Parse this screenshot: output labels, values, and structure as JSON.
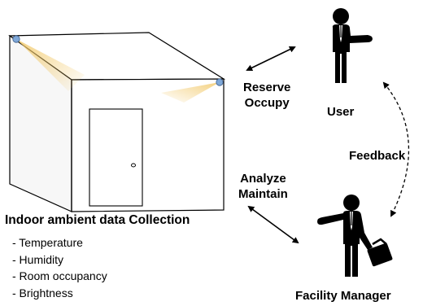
{
  "title": "Indoor ambient data Collection",
  "metrics": [
    "- Temperature",
    "- Humidity",
    "- Room occupancy",
    "- Brightness"
  ],
  "actions_user": [
    "Reserve",
    "Occupy"
  ],
  "actions_manager": [
    "Analyze",
    "Maintain"
  ],
  "user_label": "User",
  "feedback_label": "Feedback",
  "manager_label": "Facility Manager",
  "colors": {
    "light_beam": "#f2c96a",
    "sensor": "#7fa8d8",
    "line": "#000000",
    "room_fill": "#ffffff"
  },
  "icons": [
    "sensor-icon",
    "door-icon",
    "user-person-icon",
    "facility-manager-icon",
    "briefcase-icon"
  ]
}
